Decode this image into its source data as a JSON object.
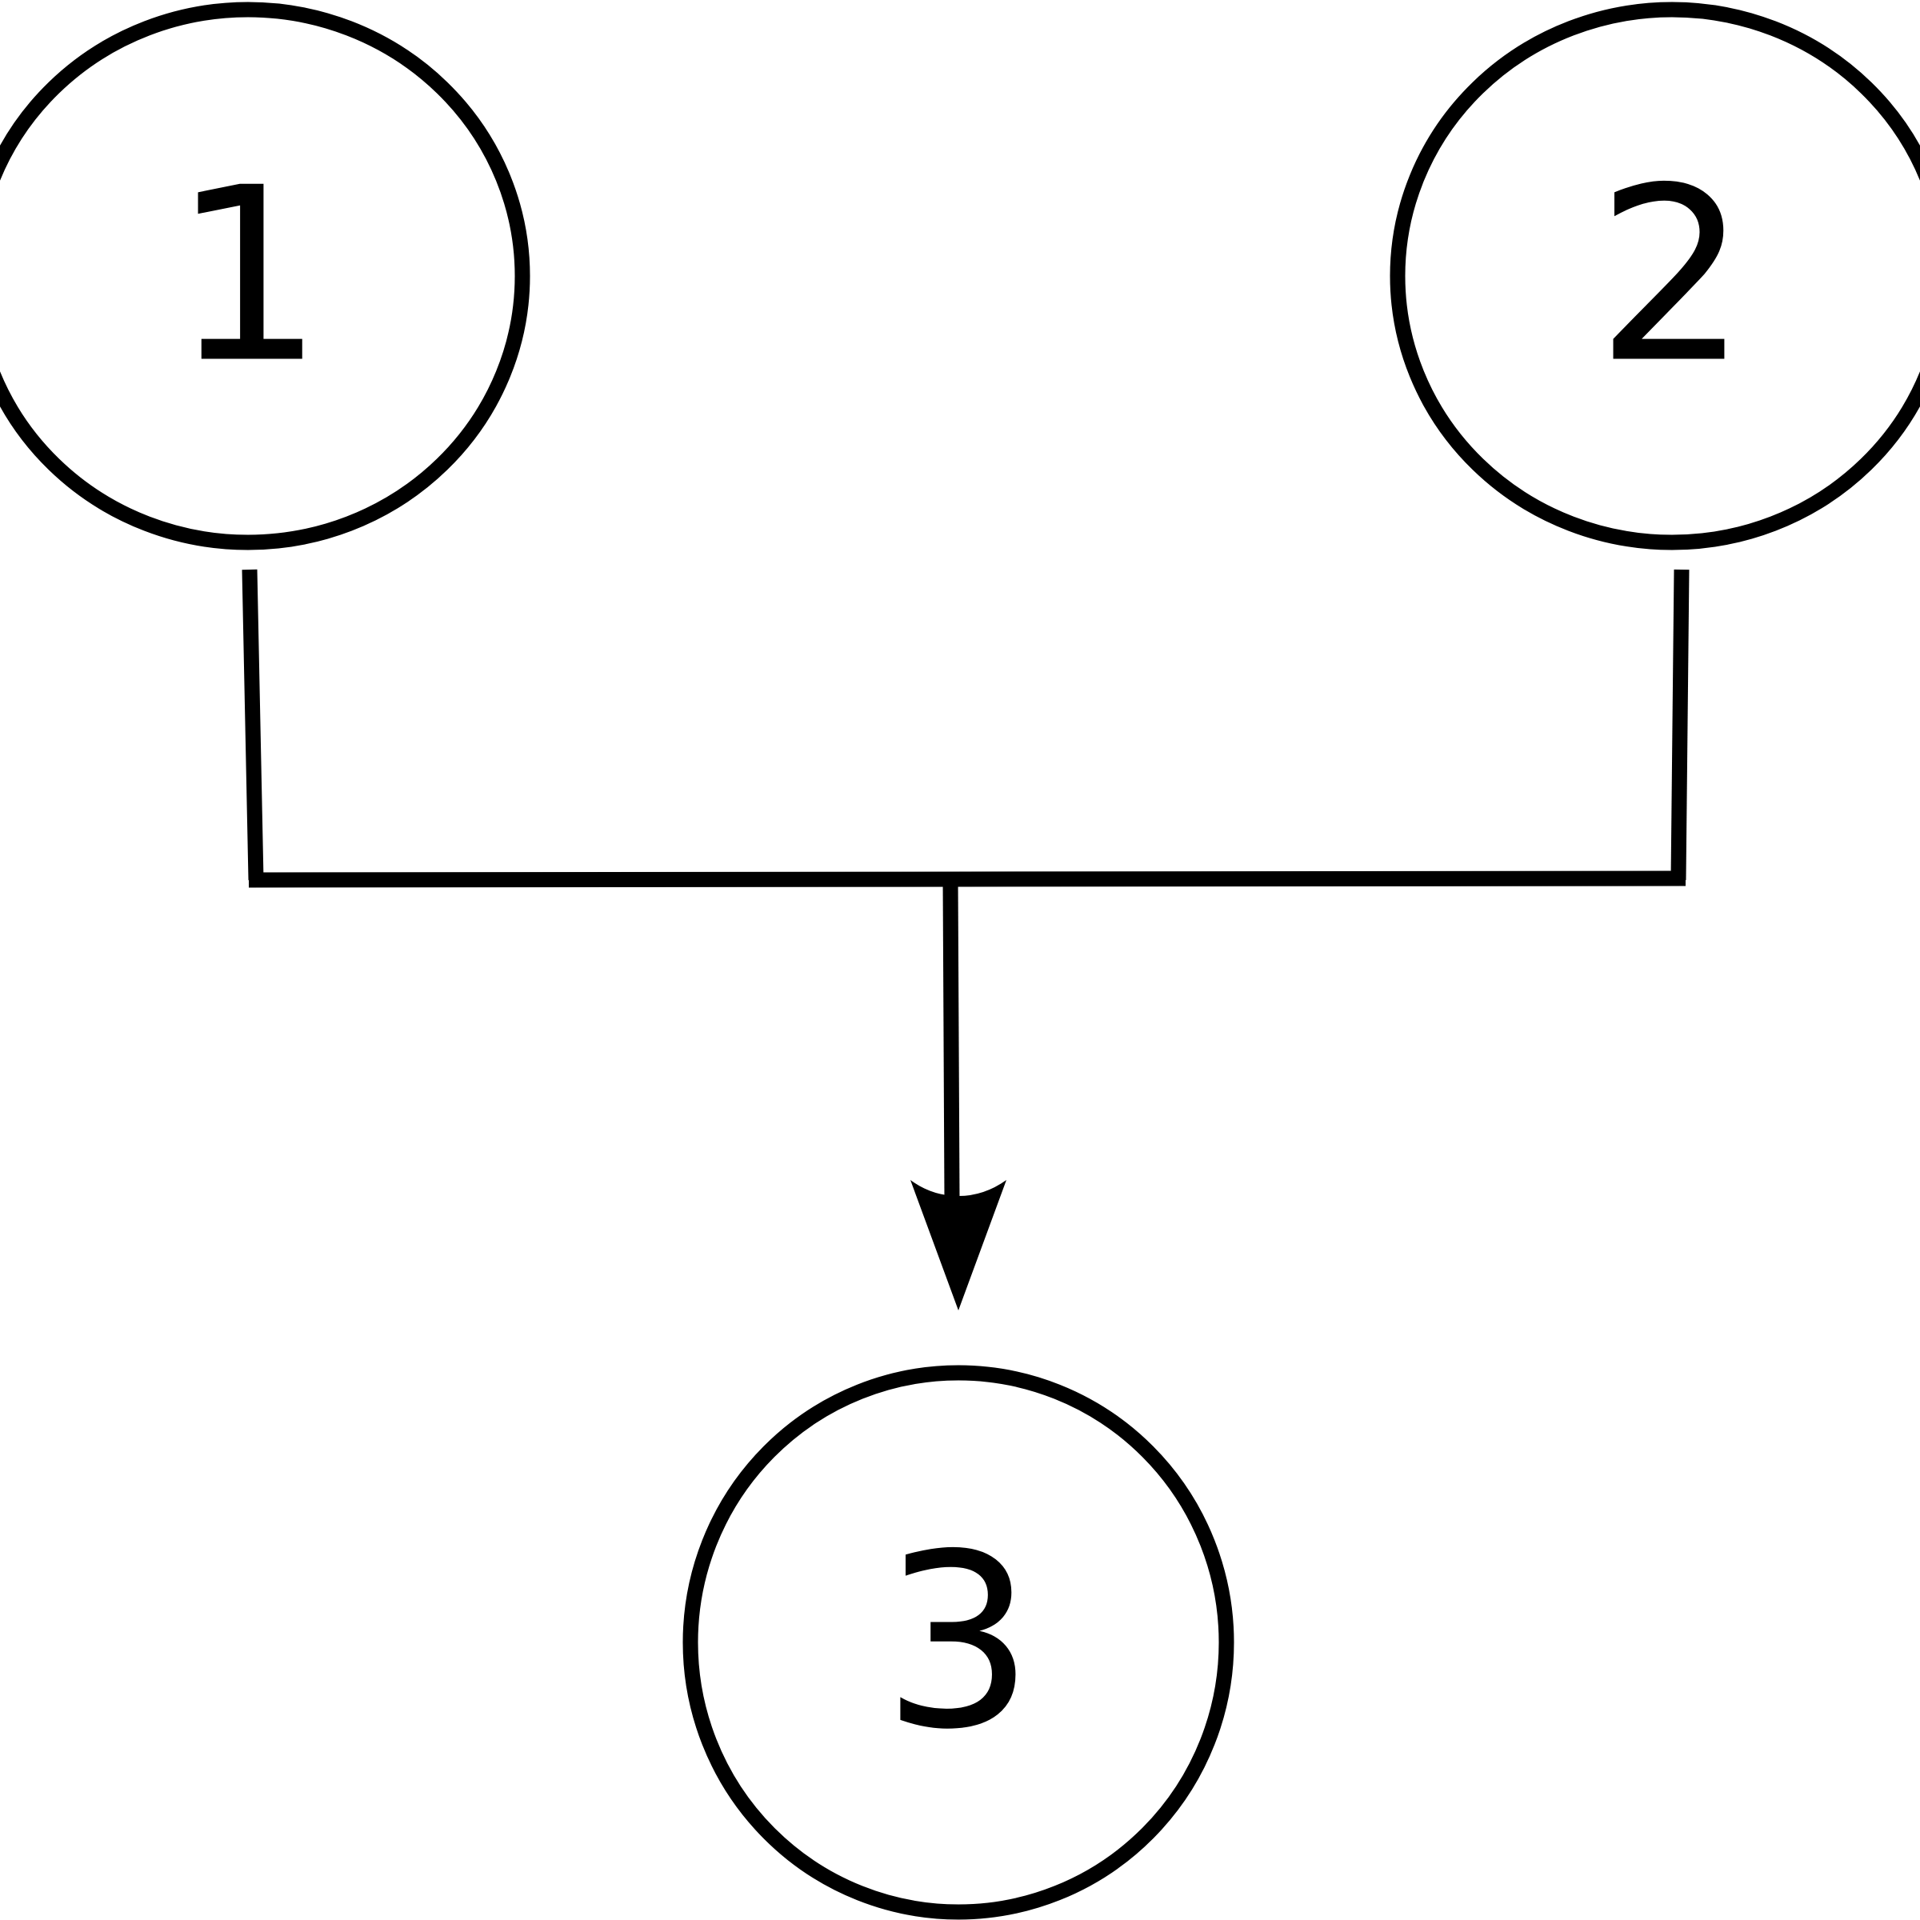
{
  "diagram": {
    "nodes": [
      {
        "id": "n1",
        "label": "1"
      },
      {
        "id": "n2",
        "label": "2"
      },
      {
        "id": "n3",
        "label": "3"
      }
    ],
    "edges": [
      {
        "from": "n1",
        "to": "n3",
        "style": "merged-elbow"
      },
      {
        "from": "n2",
        "to": "n3",
        "style": "merged-elbow"
      }
    ],
    "colors": {
      "stroke": "#000000",
      "background": "#ffffff"
    }
  }
}
